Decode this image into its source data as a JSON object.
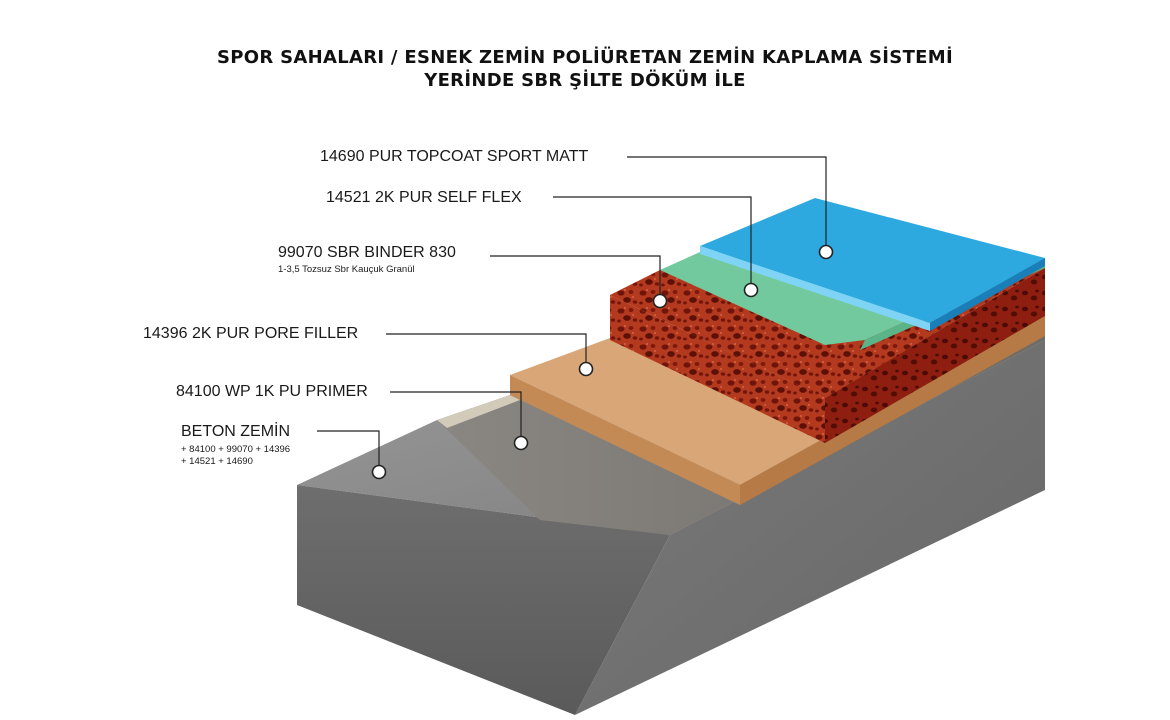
{
  "title": {
    "line1": "SPOR SAHALARI / ESNEK ZEMİN POLİÜRETAN ZEMİN KAPLAMA SİSTEMİ",
    "line2": "YERİNDE SBR ŞİLTE DÖKÜM İLE"
  },
  "layers": [
    {
      "label": "14690 PUR TOPCOAT SPORT MATT",
      "color": "#2ea9e0"
    },
    {
      "label": "14521 2K PUR SELF FLEX",
      "color": "#6cc79c"
    },
    {
      "label": "99070 SBR BINDER 830",
      "sublabel": "1-3,5 Tozsuz Sbr Kauçuk Granül",
      "color": "#b8321c"
    },
    {
      "label": "14396 2K PUR PORE FILLER",
      "color": "#d6a070"
    },
    {
      "label": "84100 WP 1K PU PRIMER",
      "color": "#7f7d78"
    },
    {
      "label": "BETON ZEMİN",
      "sublabel_line1": "+ 84100 + 99070 + 14396",
      "sublabel_line2": "+ 14521 + 14690",
      "color": "#8e8e8e"
    }
  ]
}
